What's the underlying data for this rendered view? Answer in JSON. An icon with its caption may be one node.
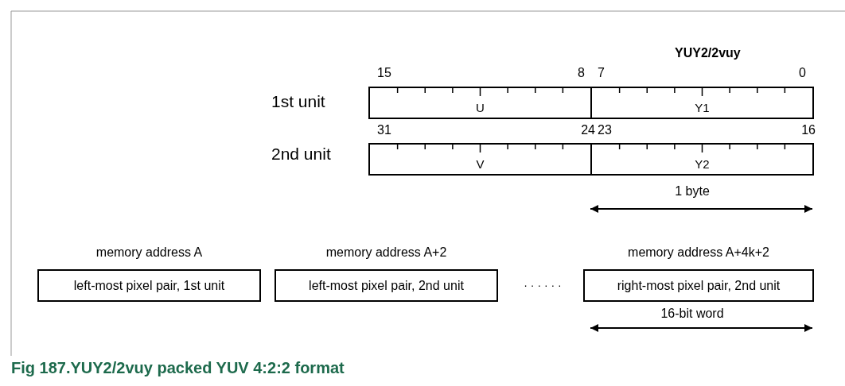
{
  "diagram": {
    "caption": "Fig 187.YUY2/2vuy packed YUV 4:2:2 format",
    "nodes": [
      {
        "text": [
          "U"
        ]
      },
      {
        "text": [
          "Y1"
        ]
      },
      {
        "text": [
          "V"
        ]
      },
      {
        "text": [
          "Y2"
        ]
      },
      {
        "text": [
          "left-most pixel pair, 1st unit"
        ],
        "beside": [
          "memory address A"
        ]
      },
      {
        "text": [
          "left-most pixel pair, 2nd unit"
        ],
        "beside": [
          "memory address A+2"
        ]
      },
      {
        "text": [
          "right-most pixel pair, 2nd unit"
        ],
        "beside": [
          "memory address A+4k+2"
        ]
      }
    ],
    "labels": [
      "YUY2/2vuy",
      "15",
      "8",
      "7",
      "0",
      "1st unit",
      "31",
      "24",
      "23",
      "16",
      "2nd unit",
      "1 byte",
      "· · · · · ·",
      "16-bit word"
    ]
  }
}
